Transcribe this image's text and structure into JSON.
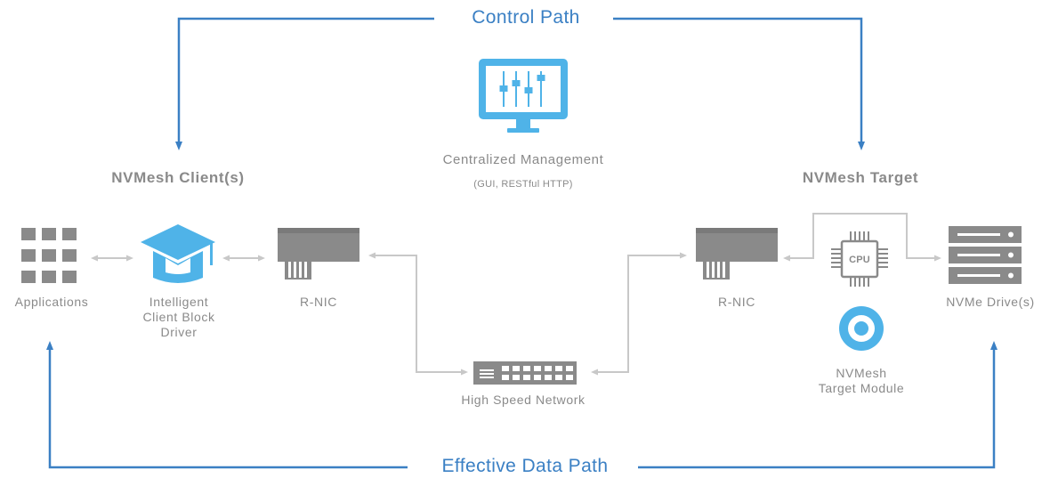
{
  "paths": {
    "control": "Control Path",
    "data": "Effective Data Path"
  },
  "management": {
    "title": "Centralized Management",
    "subtitle": "(GUI, RESTful HTTP)"
  },
  "client": {
    "heading": "NVMesh Client(s)",
    "applications": "Applications",
    "driver_line1": "Intelligent",
    "driver_line2": "Client Block",
    "driver_line3": "Driver",
    "rnic": "R-NIC"
  },
  "network": {
    "label": "High Speed Network"
  },
  "target": {
    "heading": "NVMesh Target",
    "rnic": "R-NIC",
    "cpu_text": "CPU",
    "drives": "NVMe Drive(s)",
    "module_line1": "NVMesh",
    "module_line2": "Target Module"
  },
  "colors": {
    "path_blue": "#3b80c4",
    "icon_blue": "#4fb3e8",
    "icon_gray": "#8a8a8a",
    "connector_gray": "#c8c8c8"
  }
}
